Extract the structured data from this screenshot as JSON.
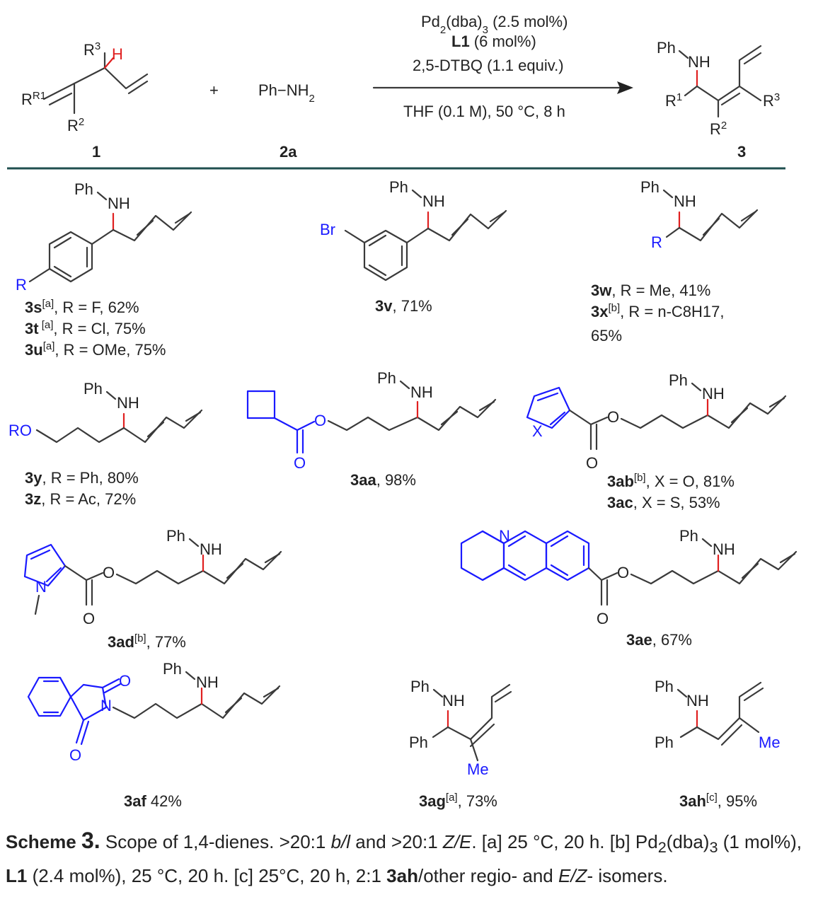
{
  "reaction": {
    "reagent_pd": "Pd2(dba)3 (2.5 mol%)",
    "reagent_l1": "L1",
    "reagent_l1_amount": " (6 mol%)",
    "reagent_ox": "2,5-DTBQ (1.1 equiv.)",
    "conditions": "THF (0.1 M), 50 °C, 8 h",
    "plus": "+",
    "amine": "Ph−NH2",
    "label_sm": "1",
    "label_amine": "2a",
    "label_prod": "3",
    "atom_labels": {
      "ph": "Ph",
      "nh": "NH",
      "r1": "R1",
      "r2": "R2",
      "r3": "R3",
      "h": "H"
    }
  },
  "compounds": [
    {
      "id": "3s",
      "sup": "[a]",
      "rest": ", R = F, 62%"
    },
    {
      "id": "3t",
      "sup": " [a]",
      "rest": ", R = Cl, 75%"
    },
    {
      "id": "3u",
      "sup": "[a]",
      "rest": ", R = OMe, 75%"
    },
    {
      "id": "3v",
      "sup": "",
      "rest": ", 71%"
    },
    {
      "id": "3w",
      "sup": "",
      "rest": ", R = Me, 41%"
    },
    {
      "id": "3x",
      "sup": "[b]",
      "rest": ", R = n-C8H17,"
    },
    {
      "id": "",
      "sup": "",
      "rest": "65%"
    },
    {
      "id": "3y",
      "sup": "",
      "rest": ", R = Ph, 80%"
    },
    {
      "id": "3z",
      "sup": "",
      "rest": ", R = Ac, 72%"
    },
    {
      "id": "3aa",
      "sup": "",
      "rest": ", 98%"
    },
    {
      "id": "3ab",
      "sup": "[b]",
      "rest": ", X = O, 81%"
    },
    {
      "id": "3ac",
      "sup": "",
      "rest": ", X = S, 53%"
    },
    {
      "id": "3ad",
      "sup": "[b]",
      "rest": ", 77%"
    },
    {
      "id": "3ae",
      "sup": "",
      "rest": ", 67%"
    },
    {
      "id": "3af",
      "sup": "",
      "rest": " 42%"
    },
    {
      "id": "3ag",
      "sup": "[a]",
      "rest": ", 73%"
    },
    {
      "id": "3ah",
      "sup": "[c]",
      "rest": ", 95%"
    }
  ],
  "atoms": {
    "br": "Br",
    "r": "R",
    "ro": "RO",
    "o": "O",
    "x": "X",
    "n": "N",
    "me": "Me",
    "ph": "Ph",
    "nh": "NH"
  },
  "caption": {
    "scheme_word": "Scheme ",
    "scheme_num": "3.",
    "s1": " Scope of 1,4-dienes. >20:1 ",
    "bl": "b/l",
    "s2": " and >20:1 ",
    "ze": "Z/E",
    "s3": ". [a] 25 °C, 20 h. [b] Pd",
    "s4": "(dba)",
    "s5": " (1 mol%), ",
    "l1": "L1",
    "s6": " (2.4 mol%), 25 °C, 20 h. [c] 25°C, 20 h, 2:1 ",
    "ah": "3ah",
    "s7": "/other regio- and ",
    "ez": "E/Z",
    "s8": "- isomers."
  },
  "colors": {
    "accent": "#1a1aff",
    "highlight": "#e02020",
    "rule": "#1f4f4f",
    "text": "#222222"
  }
}
